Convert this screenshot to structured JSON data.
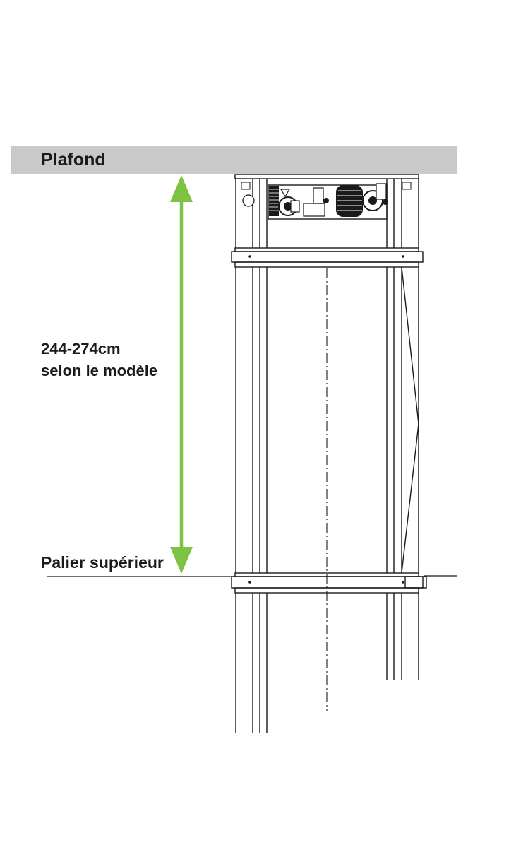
{
  "labels": {
    "ceiling": "Plafond",
    "height_range": "244-274cm",
    "height_note": "selon le modèle",
    "upper_landing": "Palier supérieur"
  },
  "colors": {
    "ceiling_fill": "#c8c9cb",
    "arrow": "#7dc242",
    "line": "#1a1a1a",
    "text": "#1a1a1a"
  }
}
